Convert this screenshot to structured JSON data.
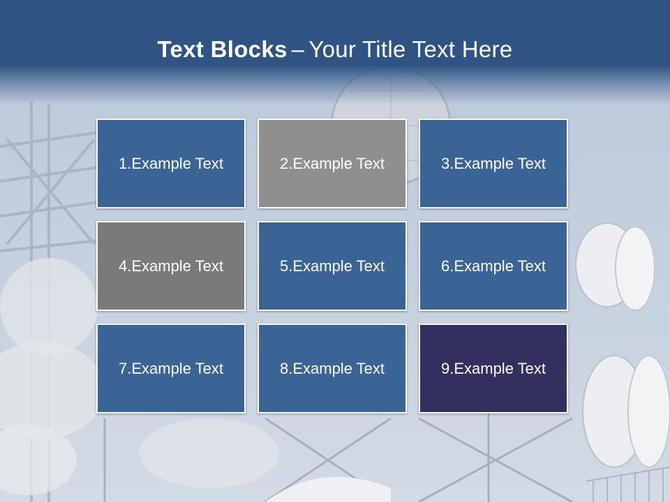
{
  "slide": {
    "title_bold": "Text Blocks",
    "title_dash": "–",
    "title_rest": "Your Title Text Here"
  },
  "blocks": [
    {
      "label": "1.Example Text",
      "color": "#3a6496"
    },
    {
      "label": "2.Example Text",
      "color": "#8f8f8f"
    },
    {
      "label": "3.Example Text",
      "color": "#3a6496"
    },
    {
      "label": "4.Example Text",
      "color": "#7a7a7a"
    },
    {
      "label": "5.Example Text",
      "color": "#3a6496"
    },
    {
      "label": "6.Example Text",
      "color": "#3a6496"
    },
    {
      "label": "7.Example Text",
      "color": "#3a6496"
    },
    {
      "label": "8.Example Text",
      "color": "#3a6496"
    },
    {
      "label": "9.Example Text",
      "color": "#33305f"
    }
  ],
  "colors": {
    "header": "#2f5383",
    "background": "#c9d3e0"
  }
}
